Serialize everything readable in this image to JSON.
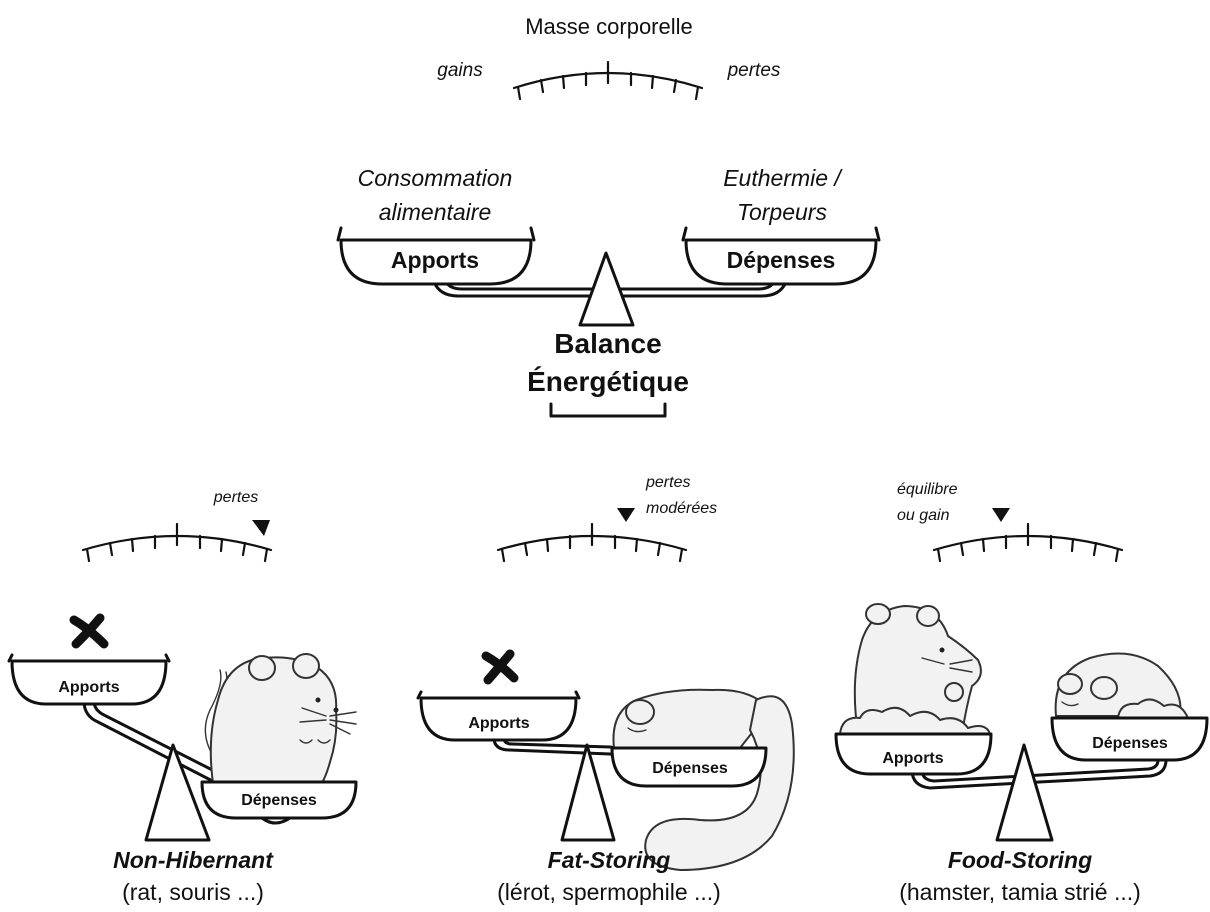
{
  "main": {
    "top_label": "Masse corporelle",
    "gains": "gains",
    "pertes": "pertes",
    "left_caption_1": "Consommation",
    "left_caption_2": "alimentaire",
    "right_caption_1": "Euthermie /",
    "right_caption_2": "Torpeurs",
    "apports": "Apports",
    "depenses": "Dépenses",
    "title_1": "Balance",
    "title_2": "Énergétique"
  },
  "panels": [
    {
      "gauge_label_1": "pertes",
      "gauge_label_2": "",
      "apports": "Apports",
      "depenses": "Dépenses",
      "name": "Non-Hibernant",
      "examples": "(rat, souris ...)"
    },
    {
      "gauge_label_1": "pertes",
      "gauge_label_2": "modérées",
      "apports": "Apports",
      "depenses": "Dépenses",
      "name": "Fat-Storing",
      "examples": "(lérot, spermophile ...)"
    },
    {
      "gauge_label_1": "équilibre",
      "gauge_label_2": "ou gain",
      "apports": "Apports",
      "depenses": "Dépenses",
      "name": "Food-Storing",
      "examples": "(hamster, tamia strié ...)"
    }
  ]
}
